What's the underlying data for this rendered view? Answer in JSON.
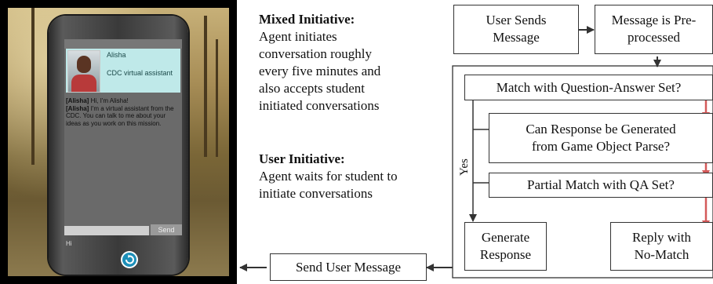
{
  "phone": {
    "agent_name": "Alisha",
    "agent_role": "CDC virtual assistant",
    "messages": [
      {
        "speaker": "[Alisha]",
        "text": " Hi, I'm Alisha!"
      },
      {
        "speaker": "[Alisha]",
        "text": " I'm a virtual assistant from the CDC. You can talk to me about your ideas as you work on this mission."
      }
    ],
    "input_value": "Hi",
    "send_label": "Send"
  },
  "modes": [
    {
      "title": "Mixed Initiative:",
      "lines": [
        "Agent initiates",
        "conversation roughly",
        "every five minutes and",
        "also accepts student",
        "initiated conversations"
      ]
    },
    {
      "title": "User Initiative:",
      "lines": [
        "Agent waits for student to",
        "initiate conversations"
      ]
    }
  ],
  "flow": {
    "user_sends": [
      "User Sends",
      "Message"
    ],
    "preprocessed": [
      "Message is Pre-",
      "processed"
    ],
    "match_qa": [
      "Match with Question-Answer Set?"
    ],
    "game_object": [
      "Can Response be Generated",
      "from Game Object Parse?"
    ],
    "partial_match": [
      "Partial Match with QA Set?"
    ],
    "yes_label": "Yes",
    "generate": [
      "Generate",
      "Response"
    ],
    "no_match": [
      "Reply with",
      "No-Match"
    ],
    "send_user_message": [
      "Send User Message"
    ]
  },
  "colors": {
    "no_arrow": "#d45a5a",
    "line": "#333333"
  }
}
